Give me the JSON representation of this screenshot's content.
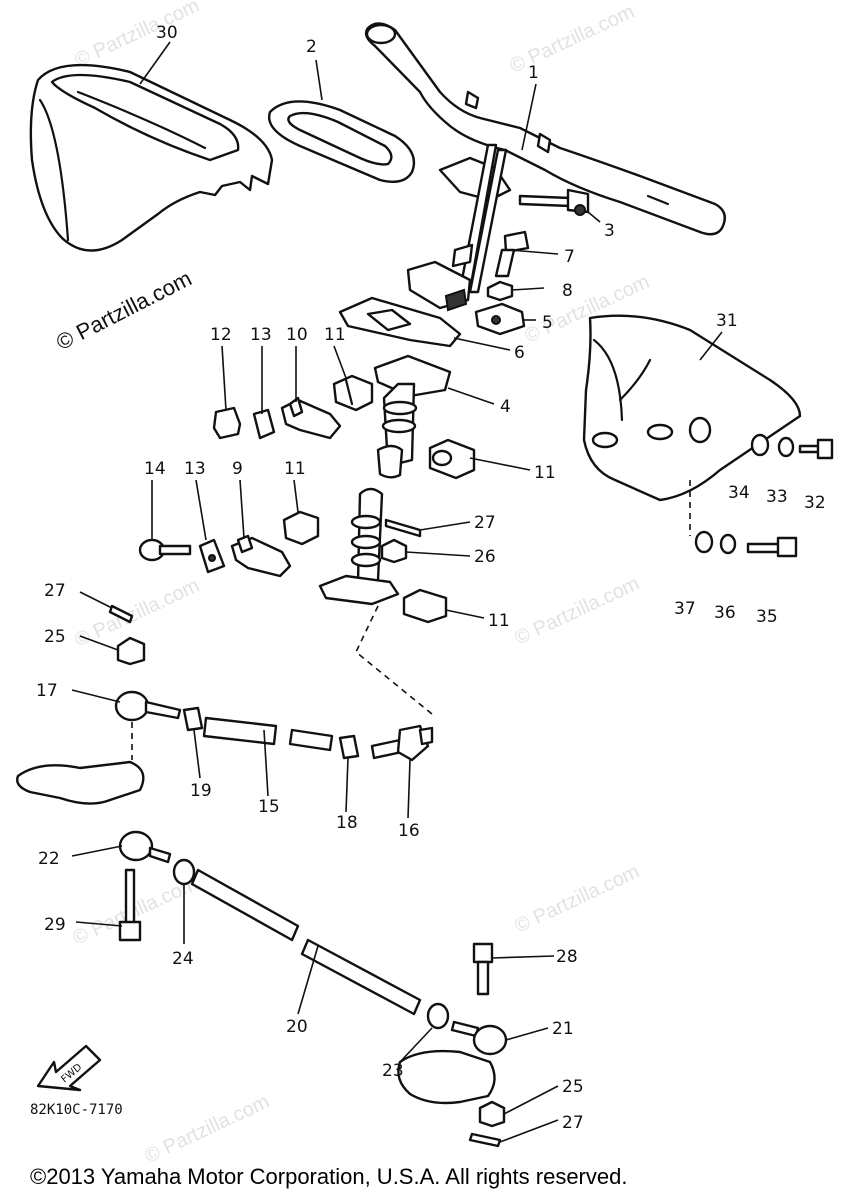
{
  "watermarks": [
    "© Partzilla.com",
    "© Partzilla.com",
    "© Partzilla.com",
    "© Partzilla.com",
    "© Partzilla.com",
    "© Partzilla.com",
    "© Partzilla.com",
    "© Partzilla.com"
  ],
  "watermark_main": "© Partzilla.com",
  "diagram_code": "82K10C-7170",
  "fwd_label": "FWD",
  "copyright": "©2013  Yamaha Motor Corporation, U.S.A. All rights reserved.",
  "callouts": [
    "30",
    "2",
    "1",
    "3",
    "7",
    "8",
    "5",
    "6",
    "31",
    "12",
    "13",
    "10",
    "11",
    "4",
    "11",
    "14",
    "13",
    "9",
    "11",
    "27",
    "26",
    "34",
    "33",
    "32",
    "27",
    "25",
    "11",
    "37",
    "36",
    "35",
    "17",
    "19",
    "15",
    "18",
    "16",
    "22",
    "29",
    "24",
    "28",
    "20",
    "21",
    "23",
    "25",
    "27"
  ]
}
